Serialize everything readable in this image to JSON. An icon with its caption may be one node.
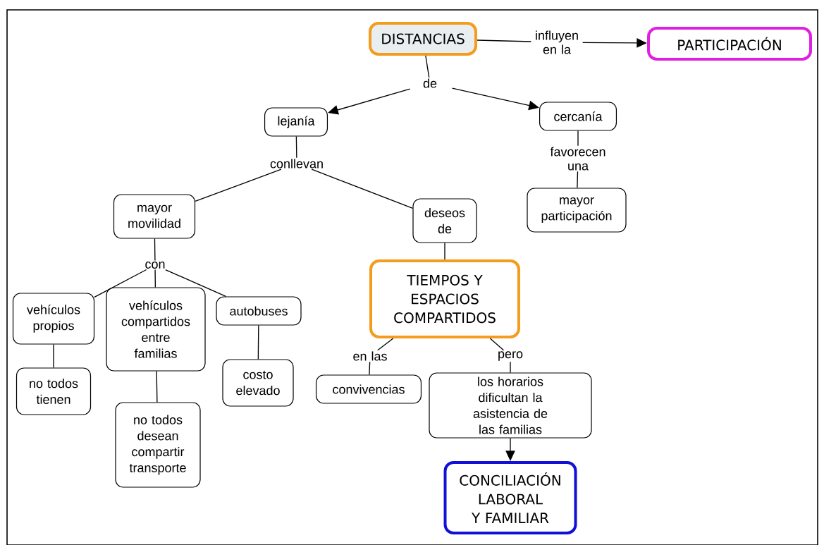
{
  "diagram": {
    "nodes": [
      {
        "text": [
          "DISTANCIAS"
        ]
      },
      {
        "text": [
          "influyen en la"
        ]
      },
      {
        "text": [
          "PARTICIPACIÓN"
        ]
      },
      {
        "text": [
          "de"
        ]
      },
      {
        "text": [
          "lejanía"
        ]
      },
      {
        "text": [
          "cercanía"
        ]
      },
      {
        "text": [
          "conllevan"
        ]
      },
      {
        "text": [
          "favorecen una"
        ]
      },
      {
        "text": [
          "mayor movilidad"
        ]
      },
      {
        "text": [
          "deseos de"
        ]
      },
      {
        "text": [
          "mayor participación"
        ]
      },
      {
        "text": [
          "con"
        ]
      },
      {
        "text": [
          "TIEMPOS Y ESPACIOS COMPARTIDOS"
        ]
      },
      {
        "text": [
          "vehículos propios"
        ]
      },
      {
        "text": [
          "vehículos compartidos entre familias"
        ]
      },
      {
        "text": [
          "autobuses"
        ]
      },
      {
        "text": [
          "en las"
        ]
      },
      {
        "text": [
          "pero"
        ]
      },
      {
        "text": [
          "no todos tienen"
        ]
      },
      {
        "text": [
          "costo elevado"
        ]
      },
      {
        "text": [
          "convivencias"
        ]
      },
      {
        "text": [
          "los horarios dificultan la asistencia de las familias"
        ]
      },
      {
        "text": [
          "no todos desean compartir transporte"
        ]
      },
      {
        "text": [
          "CONCILIACIÓN LABORAL Y FAMILIAR"
        ]
      }
    ],
    "edges": [
      {
        "from": 0,
        "to": 1,
        "arrow": "none"
      },
      {
        "from": 1,
        "to": 2,
        "arrow": "to"
      },
      {
        "from": 0,
        "to": 3,
        "arrow": "none"
      },
      {
        "from": 3,
        "to": 4,
        "arrow": "to"
      },
      {
        "from": 3,
        "to": 5,
        "arrow": "to"
      },
      {
        "from": 4,
        "to": 6,
        "arrow": "none"
      },
      {
        "from": 6,
        "to": 8,
        "arrow": "none"
      },
      {
        "from": 6,
        "to": 9,
        "arrow": "none"
      },
      {
        "from": 5,
        "to": 7,
        "arrow": "none"
      },
      {
        "from": 7,
        "to": 10,
        "arrow": "none"
      },
      {
        "from": 8,
        "to": 11,
        "arrow": "none"
      },
      {
        "from": 11,
        "to": 13,
        "arrow": "none"
      },
      {
        "from": 11,
        "to": 14,
        "arrow": "none"
      },
      {
        "from": 11,
        "to": 15,
        "arrow": "none"
      },
      {
        "from": 9,
        "to": 12,
        "arrow": "none"
      },
      {
        "from": 13,
        "to": 18,
        "arrow": "none"
      },
      {
        "from": 14,
        "to": 22,
        "arrow": "none"
      },
      {
        "from": 15,
        "to": 19,
        "arrow": "none"
      },
      {
        "from": 12,
        "to": 16,
        "arrow": "none"
      },
      {
        "from": 16,
        "to": 20,
        "arrow": "none"
      },
      {
        "from": 12,
        "to": 17,
        "arrow": "none"
      },
      {
        "from": 17,
        "to": 21,
        "arrow": "none"
      },
      {
        "from": 21,
        "to": 23,
        "arrow": "to"
      }
    ]
  }
}
